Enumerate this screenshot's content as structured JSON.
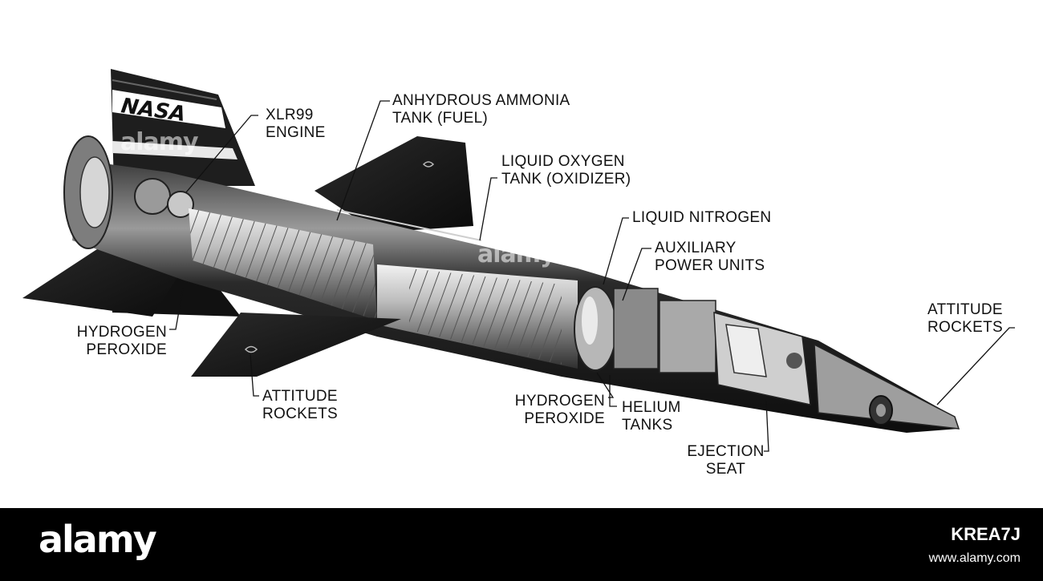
{
  "diagram": {
    "tail_badge": "NASA",
    "labels": {
      "xlr99": [
        "XLR99",
        "ENGINE"
      ],
      "ammonia": [
        "ANHYDROUS AMMONIA",
        "TANK (FUEL)"
      ],
      "lox": [
        "LIQUID OXYGEN",
        "TANK (OXIDIZER)"
      ],
      "nitrogen": [
        "LIQUID NITROGEN"
      ],
      "apu": [
        "AUXILIARY",
        "POWER UNITS"
      ],
      "attitude_nose": [
        "ATTITUDE",
        "ROCKETS"
      ],
      "h2o2_rear": [
        "HYDROGEN",
        "PEROXIDE"
      ],
      "attitude_wing": [
        "ATTITUDE",
        "ROCKETS"
      ],
      "h2o2_front": [
        "HYDROGEN",
        "PEROXIDE"
      ],
      "helium": [
        "HELIUM",
        "TANKS"
      ],
      "ejection": [
        "EJECTION",
        "SEAT"
      ]
    }
  },
  "watermark": {
    "text": "alamy",
    "brand": "alamy",
    "image_code": "KREA7J",
    "site": "www.alamy.com"
  }
}
